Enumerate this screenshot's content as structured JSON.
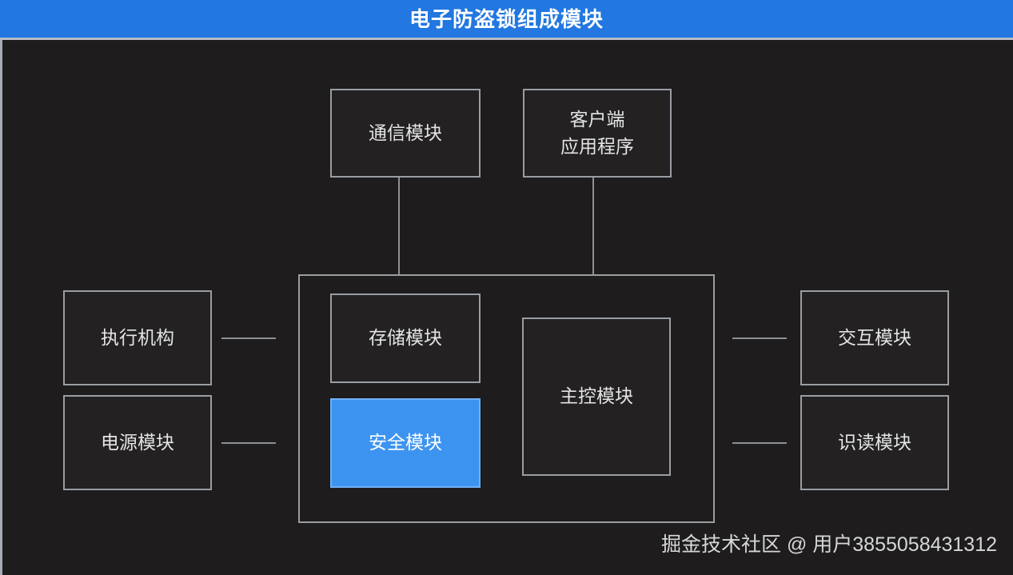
{
  "header": {
    "title": "电子防盗锁组成模块",
    "background_color": "#2277e0",
    "text_color": "#ffffff"
  },
  "canvas": {
    "background_color": "#1e1c1c",
    "border_color": "#9a9da3",
    "node_fill": "#232121",
    "node_text_color": "#e4e4e6",
    "highlight_color": "#3d94f0",
    "connector_color": "#8d9097"
  },
  "diagram": {
    "top_nodes": [
      {
        "id": "communication-module",
        "label": "通信模块"
      },
      {
        "id": "client-application",
        "label": "客户端\n应用程序"
      }
    ],
    "left_nodes": [
      {
        "id": "actuator",
        "label": "执行机构"
      },
      {
        "id": "power-module",
        "label": "电源模块"
      }
    ],
    "right_nodes": [
      {
        "id": "interaction-module",
        "label": "交互模块"
      },
      {
        "id": "reader-module",
        "label": "识读模块"
      }
    ],
    "center_group": {
      "id": "lock-core-group",
      "label": "",
      "nodes": [
        {
          "id": "storage-module",
          "label": "存储模块",
          "highlighted": false
        },
        {
          "id": "security-module",
          "label": "安全模块",
          "highlighted": true
        },
        {
          "id": "main-control-module",
          "label": "主控模块",
          "highlighted": false
        }
      ]
    },
    "connections": [
      {
        "from": "communication-module",
        "to": "lock-core-group",
        "orientation": "vertical"
      },
      {
        "from": "client-application",
        "to": "lock-core-group",
        "orientation": "vertical"
      },
      {
        "from": "actuator",
        "to": "lock-core-group",
        "orientation": "horizontal"
      },
      {
        "from": "power-module",
        "to": "lock-core-group",
        "orientation": "horizontal"
      },
      {
        "from": "lock-core-group",
        "to": "interaction-module",
        "orientation": "horizontal"
      },
      {
        "from": "lock-core-group",
        "to": "reader-module",
        "orientation": "horizontal"
      }
    ]
  },
  "watermark": {
    "text": "掘金技术社区 @ 用户3855058431312"
  }
}
